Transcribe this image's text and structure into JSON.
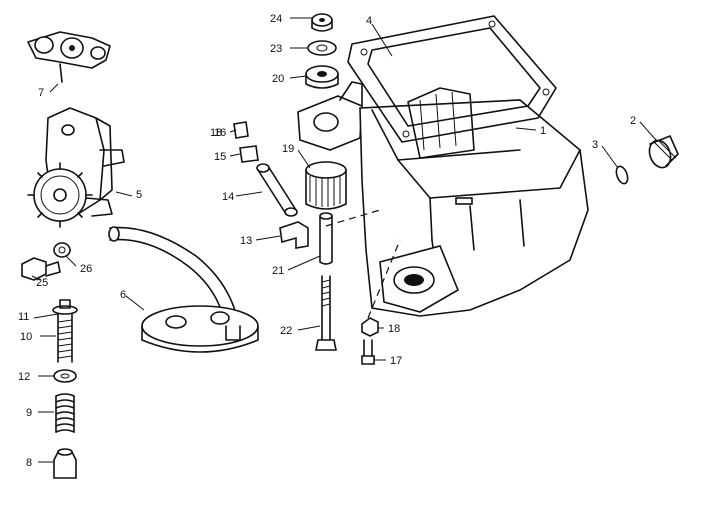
{
  "callouts": [
    {
      "id": "c1",
      "text": "1"
    },
    {
      "id": "c2",
      "text": "2"
    },
    {
      "id": "c3",
      "text": "3"
    },
    {
      "id": "c4",
      "text": "4"
    },
    {
      "id": "c5",
      "text": "5"
    },
    {
      "id": "c6",
      "text": "6"
    },
    {
      "id": "c7",
      "text": "7"
    },
    {
      "id": "c8",
      "text": "8"
    },
    {
      "id": "c9",
      "text": "9"
    },
    {
      "id": "c10",
      "text": "10"
    },
    {
      "id": "c11",
      "text": "11"
    },
    {
      "id": "c12",
      "text": "12"
    },
    {
      "id": "c13",
      "text": "13"
    },
    {
      "id": "c14",
      "text": "14"
    },
    {
      "id": "c15",
      "text": "15"
    },
    {
      "id": "c16",
      "text": "16"
    },
    {
      "id": "c17",
      "text": "17"
    },
    {
      "id": "c18a",
      "text": "18"
    },
    {
      "id": "c18b",
      "text": "18"
    },
    {
      "id": "c19",
      "text": "19"
    },
    {
      "id": "c20",
      "text": "20"
    },
    {
      "id": "c21",
      "text": "21"
    },
    {
      "id": "c22",
      "text": "22"
    },
    {
      "id": "c23",
      "text": "23"
    },
    {
      "id": "c24",
      "text": "24"
    },
    {
      "id": "c25",
      "text": "25"
    },
    {
      "id": "c26",
      "text": "26"
    }
  ]
}
